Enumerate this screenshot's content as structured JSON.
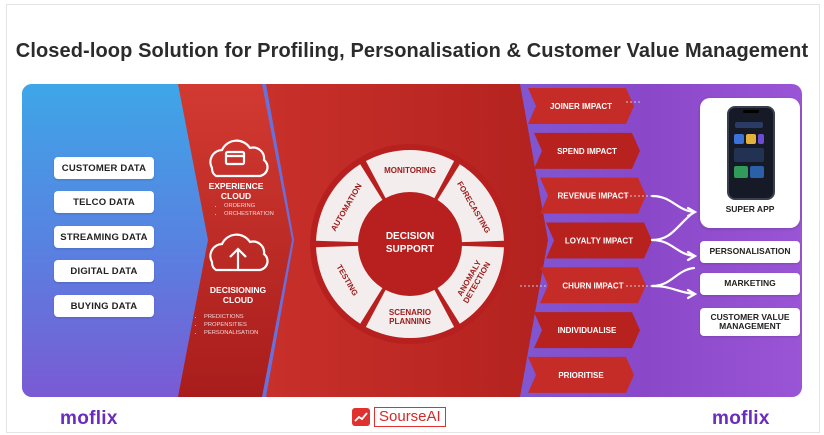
{
  "title": "Closed-loop Solution for Profiling, Personalisation & Customer Value Management",
  "data_sources": [
    "CUSTOMER DATA",
    "TELCO  DATA",
    "STREAMING DATA",
    "DIGITAL DATA",
    "BUYING DATA"
  ],
  "experience_cloud": {
    "label_line1": "EXPERIENCE",
    "label_line2": "CLOUD",
    "bullets": [
      "ORDERING",
      "ORCHESTRATION"
    ]
  },
  "decisioning_cloud": {
    "label_line1": "DECISIONING",
    "label_line2": "CLOUD",
    "bullets": [
      "PREDICTIONS",
      "PROPENSITIES",
      "PERSONALISATION"
    ]
  },
  "decision_wheel": {
    "center_line1": "DECISION",
    "center_line2": "SUPPORT",
    "segments": [
      "MONITORING",
      "FORECASTING",
      "ANOMALY DETECTION",
      "SCENARIO PLANNING",
      "TESTING",
      "AUTOMATION"
    ]
  },
  "impacts": [
    "JOINER IMPACT",
    "SPEND IMPACT",
    "REVENUE IMPACT",
    "LOYALTY IMPACT",
    "CHURN IMPACT",
    "INDIVIDUALISE",
    "PRIORITISE"
  ],
  "outputs": {
    "super_app": "SUPER APP",
    "items": [
      "PERSONALISATION",
      "MARKETING",
      "CUSTOMER VALUE MANAGEMENT"
    ]
  },
  "footer": {
    "brand_left": "moflix",
    "center": "SourseAI",
    "brand_right": "moflix"
  },
  "colors": {
    "red_dark": "#b3201f",
    "red": "#d9342c",
    "purple": "#6a2bbf",
    "blue": "#3ea6e8"
  }
}
